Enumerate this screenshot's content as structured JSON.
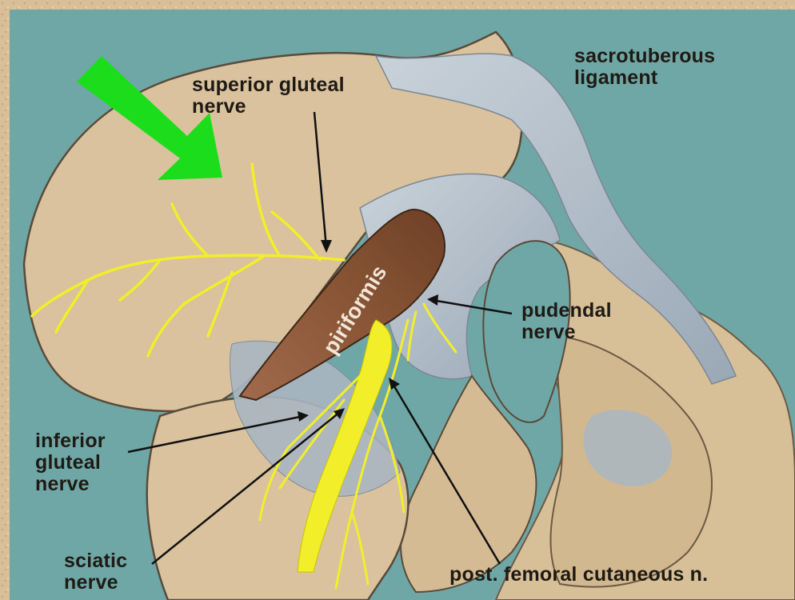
{
  "labels": {
    "superior_gluteal_nerve": "superior gluteal\nnerve",
    "sacrotuberous_ligament": "sacrotuberous\nligament",
    "pudendal_nerve": "pudendal\nnerve",
    "inferior_gluteal_nerve": "inferior\ngluteal\nnerve",
    "sciatic_nerve": "sciatic\nnerve",
    "post_femoral_cutaneous": "post. femoral cutaneous n.",
    "piriformis": "piriformis"
  },
  "colors": {
    "background": "#6fa7a6",
    "border": "#dcc39f",
    "bone": "#dcc5a0",
    "ligament": "#b9c4cf",
    "muscle": "#8b5a3c",
    "nerve": "#f2ee2a",
    "arrow": "#1cdd1c"
  },
  "icons": {
    "pointer": "green-arrow-icon"
  }
}
